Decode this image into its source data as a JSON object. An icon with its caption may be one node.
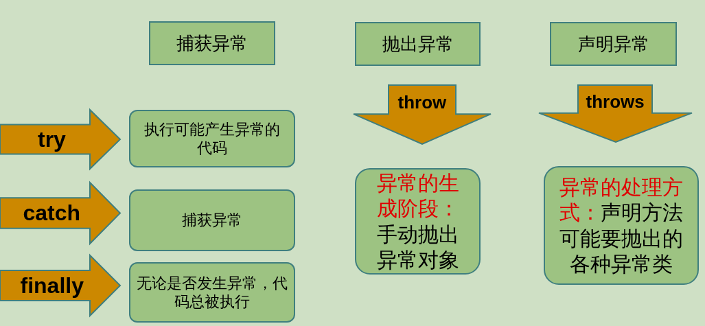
{
  "diagram": {
    "nodes": [
      {
        "text": [
          "捕获异常"
        ]
      },
      {
        "text": [
          "抛出异常"
        ]
      },
      {
        "text": [
          "声明异常"
        ]
      },
      {
        "text": [
          "执行可能产生异常的代码"
        ]
      },
      {
        "text": [
          "捕获异常"
        ]
      },
      {
        "text": [
          "无论是否发生异常，代码总被执行"
        ]
      },
      {
        "text": [
          "异常的生成阶段：",
          "手动抛出异常对象"
        ]
      },
      {
        "text": [
          "异常的处理方式：",
          "声明方法可能要抛出的各种异常类"
        ]
      }
    ],
    "edges": [
      {
        "from": null,
        "to": 3,
        "arrow": "to",
        "label": "try"
      },
      {
        "from": null,
        "to": 4,
        "arrow": "to",
        "label": "catch"
      },
      {
        "from": null,
        "to": 5,
        "arrow": "to",
        "label": "finally"
      },
      {
        "from": 1,
        "to": 6,
        "arrow": "to",
        "label": "throw"
      },
      {
        "from": 2,
        "to": 7,
        "arrow": "to",
        "label": "throws"
      }
    ]
  }
}
